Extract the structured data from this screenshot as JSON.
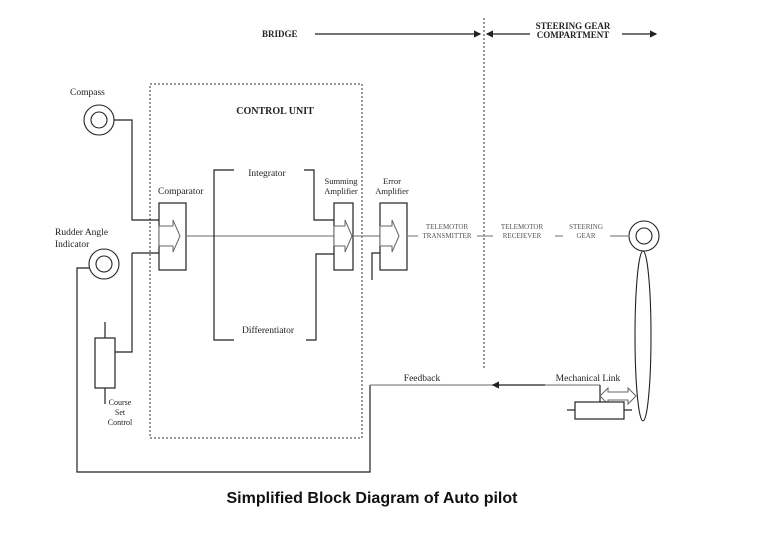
{
  "header": {
    "bridge": "BRIDGE",
    "steering_gear_line1": "STEERING GEAR",
    "steering_gear_line2": "COMPARTMENT"
  },
  "control_unit": {
    "title": "CONTROL UNIT"
  },
  "blocks": {
    "compass": "Compass",
    "rudder_angle_line1": "Rudder Angle",
    "rudder_angle_line2": "Indicator",
    "comparator": "Comparator",
    "integrator": "Integrator",
    "differentiator": "Differentiator",
    "summing_line1": "Summing",
    "summing_line2": "Amplifier",
    "error_line1": "Error",
    "error_line2": "Amplifier",
    "course_line1": "Course",
    "course_line2": "Set",
    "course_line3": "Control"
  },
  "chain": {
    "tx_line1": "TELEMOTOR",
    "tx_line2": "TRANSMITTER",
    "rx_line1": "TELEMOTOR",
    "rx_line2": "RECEIEVER",
    "sg_line1": "STEERING",
    "sg_line2": "GEAR"
  },
  "feedback": {
    "feedback": "Feedback",
    "mechanical_link": "Mechanical Link"
  },
  "caption": "Simplified Block Diagram of Auto pilot"
}
